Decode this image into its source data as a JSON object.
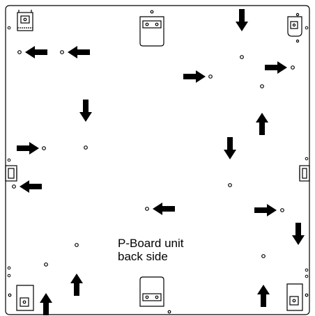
{
  "label": {
    "line1": "P-Board unit",
    "line2": "back side"
  },
  "colors": {
    "line": "#000000",
    "background": "#ffffff"
  },
  "arrows": [
    {
      "id": "arrow-left-1",
      "direction": "left"
    },
    {
      "id": "arrow-left-2",
      "direction": "left"
    },
    {
      "id": "arrow-down-1",
      "direction": "down"
    },
    {
      "id": "arrow-right-1",
      "direction": "right"
    },
    {
      "id": "arrow-right-2",
      "direction": "right"
    },
    {
      "id": "arrow-up-1",
      "direction": "up"
    },
    {
      "id": "arrow-down-2",
      "direction": "down"
    },
    {
      "id": "arrow-right-3",
      "direction": "right"
    },
    {
      "id": "arrow-down-3",
      "direction": "down"
    },
    {
      "id": "arrow-left-3",
      "direction": "left"
    },
    {
      "id": "arrow-left-4",
      "direction": "left"
    },
    {
      "id": "arrow-right-4",
      "direction": "right"
    },
    {
      "id": "arrow-up-2",
      "direction": "up"
    },
    {
      "id": "arrow-up-3",
      "direction": "up"
    },
    {
      "id": "arrow-up-4",
      "direction": "up"
    },
    {
      "id": "arrow-down-4",
      "direction": "down"
    }
  ]
}
